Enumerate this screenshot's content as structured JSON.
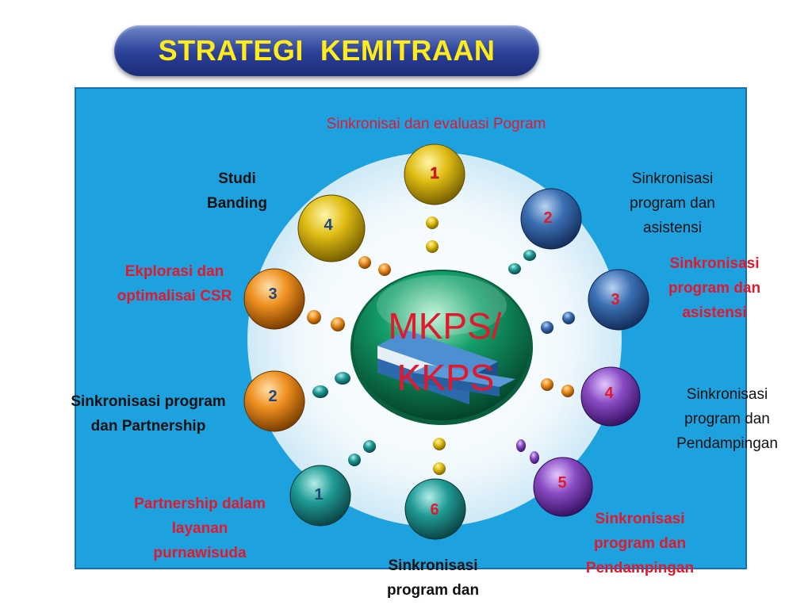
{
  "title": "STRATEGI  KEMITRAAN",
  "center": {
    "line1": "MKPS/",
    "line2": "KKPS"
  },
  "top_label": "Sinkronisai dan evaluasi Pogram",
  "left_items": [
    {
      "number": "1",
      "label": "Partnership dalam layanan purnawisuda"
    },
    {
      "number": "2",
      "label": "Sinkronisasi program dan Partnership"
    },
    {
      "number": "3",
      "label": "Ekplorasi dan optimalisai CSR"
    },
    {
      "number": "4",
      "label": "Studi Banding"
    }
  ],
  "right_items": [
    {
      "number": "1",
      "label": ""
    },
    {
      "number": "2",
      "label": "Sinkronisasi program dan asistensi"
    },
    {
      "number": "3",
      "label": "Sinkronisasi program dan asistensi"
    },
    {
      "number": "4",
      "label": "Sinkronisasi program dan Pendampingan"
    },
    {
      "number": "5",
      "label": "Sinkronisasi program dan Pendampingan"
    },
    {
      "number": "6",
      "label": "Sinkronisasi program dan"
    }
  ],
  "colors": {
    "panel": "#1ea2df",
    "title_text": "#ffeb1a",
    "red_label": "#e3182d",
    "gold": "#d7b20e",
    "blue": "#2f5f9f",
    "orange": "#e88a1a",
    "teal": "#1e8d8d",
    "purple": "#7a3fb3",
    "green": "#10845a"
  }
}
